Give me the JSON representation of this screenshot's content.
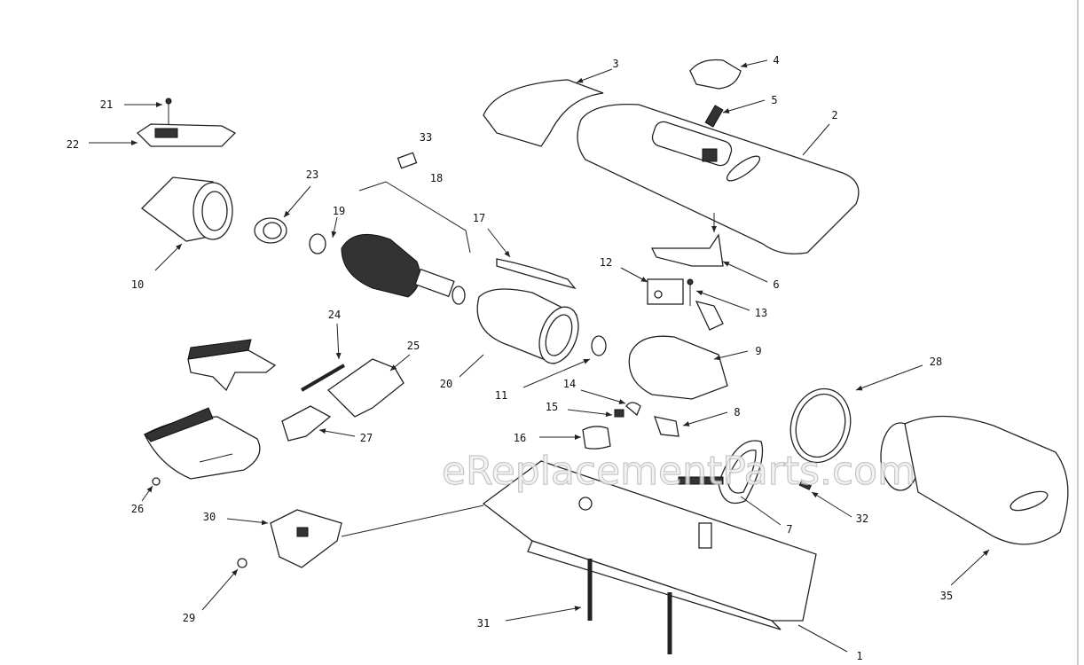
{
  "diagram": {
    "watermark": "eReplacementParts.com",
    "part_labels": {
      "p1": "1",
      "p2": "2",
      "p3": "3",
      "p4": "4",
      "p5": "5",
      "p6": "6",
      "p7": "7",
      "p8": "8",
      "p9": "9",
      "p10": "10",
      "p11": "11",
      "p12": "12",
      "p13": "13",
      "p14": "14",
      "p15": "15",
      "p16": "16",
      "p17": "17",
      "p18": "18",
      "p19": "19",
      "p20": "20",
      "p21": "21",
      "p22": "22",
      "p23": "23",
      "p24": "24",
      "p25": "25",
      "p26": "26",
      "p27": "27",
      "p28": "28",
      "p29": "29",
      "p30": "30",
      "p31": "31",
      "p32": "32",
      "p33": "33",
      "p35": "35"
    }
  }
}
